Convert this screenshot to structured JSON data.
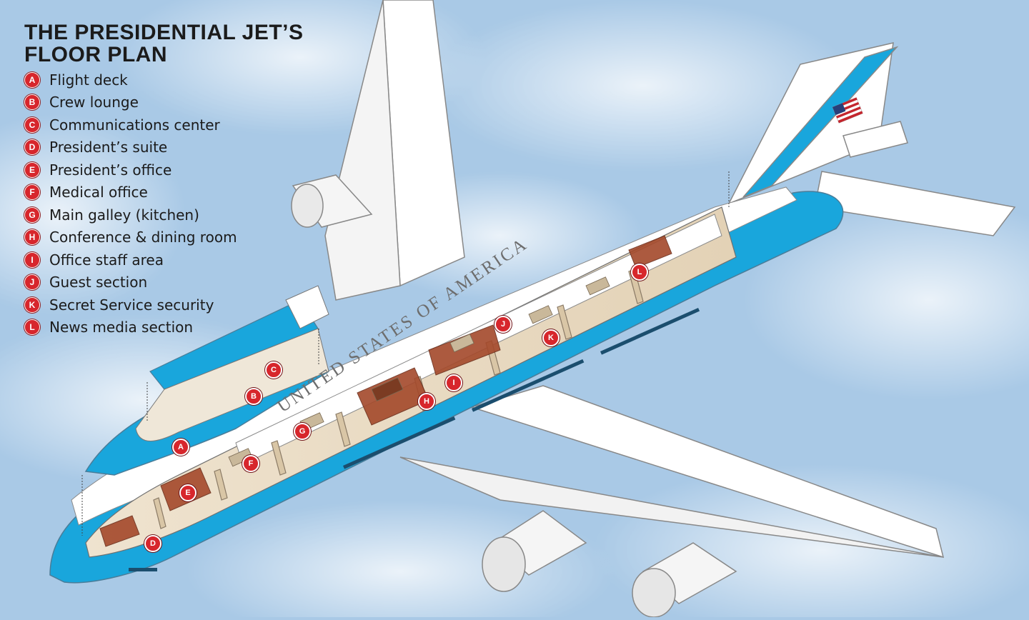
{
  "title": "THE PRESIDENTIAL JET’S FLOOR PLAN",
  "fuselage_text": "UNITED STATES OF AMERICA",
  "legend": [
    {
      "key": "A",
      "label": "Flight deck"
    },
    {
      "key": "B",
      "label": "Crew lounge"
    },
    {
      "key": "C",
      "label": "Communications center"
    },
    {
      "key": "D",
      "label": "President’s suite"
    },
    {
      "key": "E",
      "label": "President’s office"
    },
    {
      "key": "F",
      "label": "Medical office"
    },
    {
      "key": "G",
      "label": "Main galley (kitchen)"
    },
    {
      "key": "H",
      "label": "Conference & dining room"
    },
    {
      "key": "I",
      "label": "Office staff area"
    },
    {
      "key": "J",
      "label": "Guest section"
    },
    {
      "key": "K",
      "label": "Secret Service security"
    },
    {
      "key": "L",
      "label": "News media section"
    }
  ],
  "markers": [
    "A",
    "B",
    "C",
    "D",
    "E",
    "F",
    "G",
    "H",
    "I",
    "J",
    "K",
    "L"
  ],
  "colors": {
    "accent_blue": "#19a6dc",
    "marker_red": "#d7262c",
    "sky": "#a9c9e6",
    "fuselage_white": "#ffffff"
  }
}
